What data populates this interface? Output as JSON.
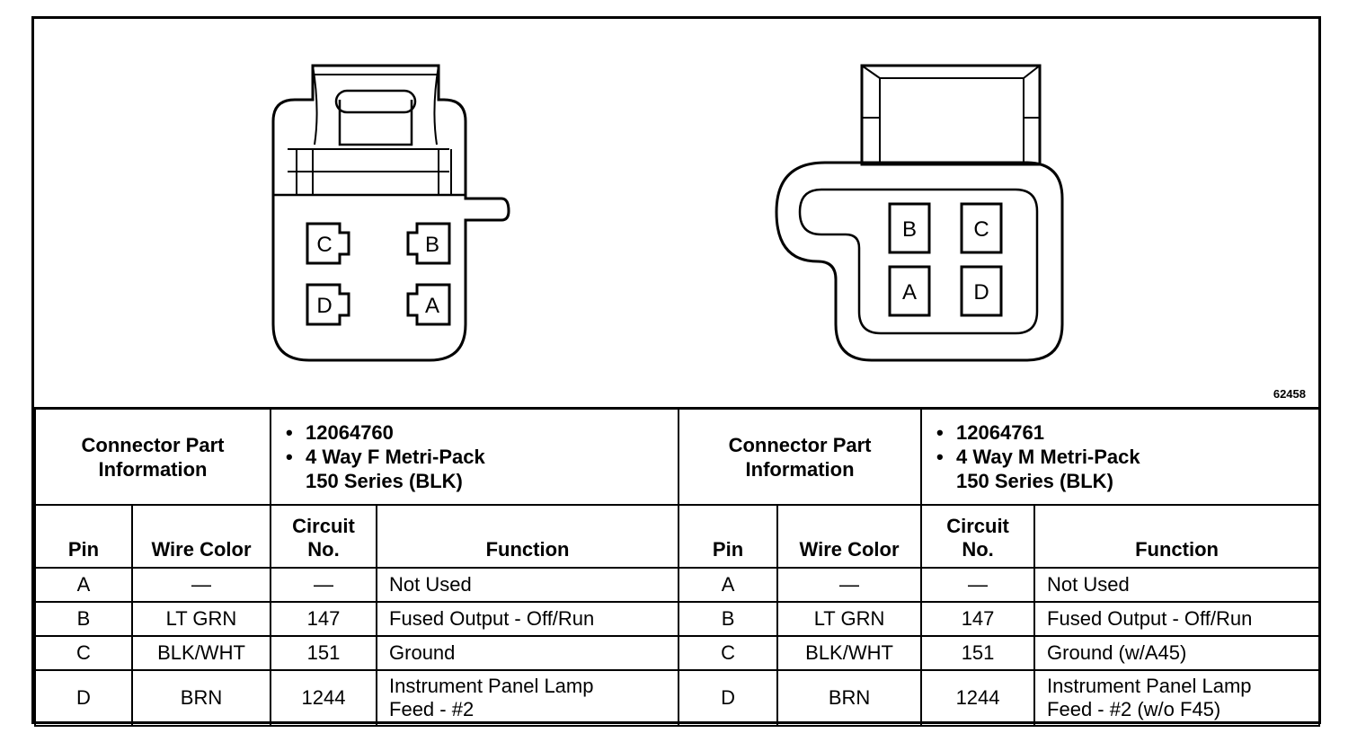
{
  "figure_number": "62458",
  "connectors": [
    {
      "id": "female",
      "info_label": [
        "Connector Part",
        "Information"
      ],
      "part_number": "12064760",
      "description_line1": "4 Way F Metri-Pack",
      "description_line2": "150 Series (BLK)",
      "cavity_labels": [
        "C",
        "B",
        "D",
        "A"
      ],
      "headers": {
        "pin": "Pin",
        "wire_color": "Wire Color",
        "circuit_1": "Circuit",
        "circuit_2": "No.",
        "function": "Function"
      },
      "rows": [
        {
          "pin": "A",
          "wire": "—",
          "circuit": "—",
          "function": [
            "Not Used"
          ]
        },
        {
          "pin": "B",
          "wire": "LT GRN",
          "circuit": "147",
          "function": [
            "Fused Output - Off/Run"
          ]
        },
        {
          "pin": "C",
          "wire": "BLK/WHT",
          "circuit": "151",
          "function": [
            "Ground"
          ]
        },
        {
          "pin": "D",
          "wire": "BRN",
          "circuit": "1244",
          "function": [
            "Instrument Panel Lamp",
            "Feed - #2"
          ]
        }
      ]
    },
    {
      "id": "male",
      "info_label": [
        "Connector Part",
        "Information"
      ],
      "part_number": "12064761",
      "description_line1": "4 Way M Metri-Pack",
      "description_line2": "150 Series (BLK)",
      "cavity_labels": [
        "B",
        "C",
        "A",
        "D"
      ],
      "headers": {
        "pin": "Pin",
        "wire_color": "Wire Color",
        "circuit_1": "Circuit",
        "circuit_2": "No.",
        "function": "Function"
      },
      "rows": [
        {
          "pin": "A",
          "wire": "—",
          "circuit": "—",
          "function": [
            "Not Used"
          ]
        },
        {
          "pin": "B",
          "wire": "LT GRN",
          "circuit": "147",
          "function": [
            "Fused Output - Off/Run"
          ]
        },
        {
          "pin": "C",
          "wire": "BLK/WHT",
          "circuit": "151",
          "function": [
            "Ground (w/A45)"
          ]
        },
        {
          "pin": "D",
          "wire": "BRN",
          "circuit": "1244",
          "function": [
            "Instrument Panel Lamp",
            "Feed - #2 (w/o F45)"
          ]
        }
      ]
    }
  ]
}
